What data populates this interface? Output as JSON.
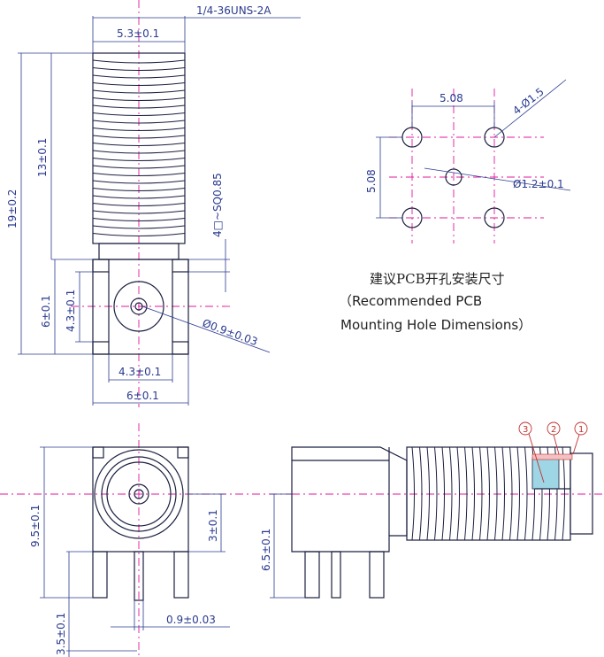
{
  "dimensions": {
    "thread_spec": "1/4-36UNS-2A",
    "body_width": "5.3±0.1",
    "total_height": "19±0.2",
    "thread_length": "13±0.1",
    "pin_square": "4□~SQ0.85",
    "block_height": "6±0.1",
    "block_inner_height": "4.3±0.1",
    "pin_diameter": "Ø0.9±0.03",
    "block_inner_width": "4.3±0.1",
    "block_width": "6±0.1",
    "front_height": "9.5±0.1",
    "center_height": "3±0.1",
    "pin_length": "3.5±0.1",
    "pin_diameter_bottom": "0.9±0.03",
    "side_height": "6.5±0.1"
  },
  "pcb_layout": {
    "spacing_h": "5.08",
    "spacing_v": "5.08",
    "hole_large": "4-Ø1.5",
    "hole_center": "Ø1.2±0.1",
    "title_cn": "建议PCB开孔安装尺寸",
    "title_en_1": "（Recommended PCB",
    "title_en_2": "Mounting Hole Dimensions）"
  },
  "callouts": [
    "3",
    "2",
    "1"
  ],
  "colors": {
    "outline": "#1b2040",
    "dimension": "#2a3a8f",
    "centerline": "#e0199b",
    "callout": "#c03030",
    "insulator": "#9ed6e6"
  }
}
